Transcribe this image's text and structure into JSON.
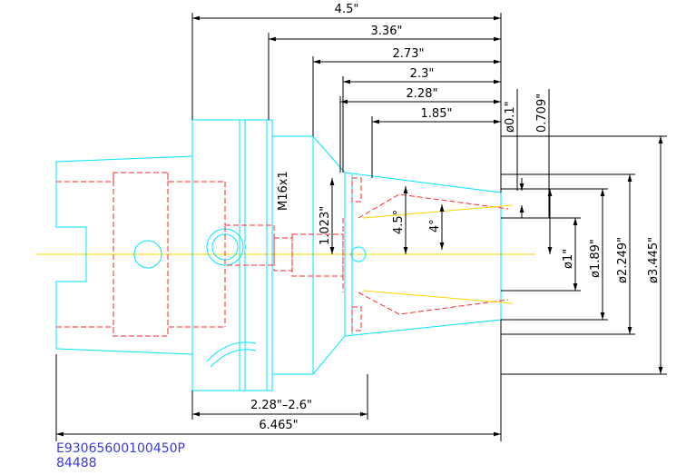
{
  "colors": {
    "outline": "#00e5ff",
    "hidden": "#ff2a2a",
    "centerline": "#ffd400",
    "dimension": "#000000",
    "footer_text": "#3a3adc"
  },
  "dimensions": {
    "length_4_5": "4.5\"",
    "length_3_36": "3.36\"",
    "length_2_73": "2.73\"",
    "length_2_3": "2.3\"",
    "length_2_28": "2.28\"",
    "length_1_85": "1.85\"",
    "dia_0_1": "ø0.1\"",
    "length_0_709": "0.709\"",
    "thread": "M16x1",
    "length_1_023": "1.023\"",
    "angle_4_5": "4.5°",
    "angle_4": "4°",
    "dia_1": "ø1\"",
    "dia_1_89": "ø1.89\"",
    "dia_2_249": "ø2.249\"",
    "dia_3_445": "ø3.445\"",
    "range_2_28_2_6": "2.28\"–2.6\"",
    "length_6_465": "6.465\""
  },
  "footer": {
    "part_number": "E93065600100450P",
    "code": "84488"
  }
}
